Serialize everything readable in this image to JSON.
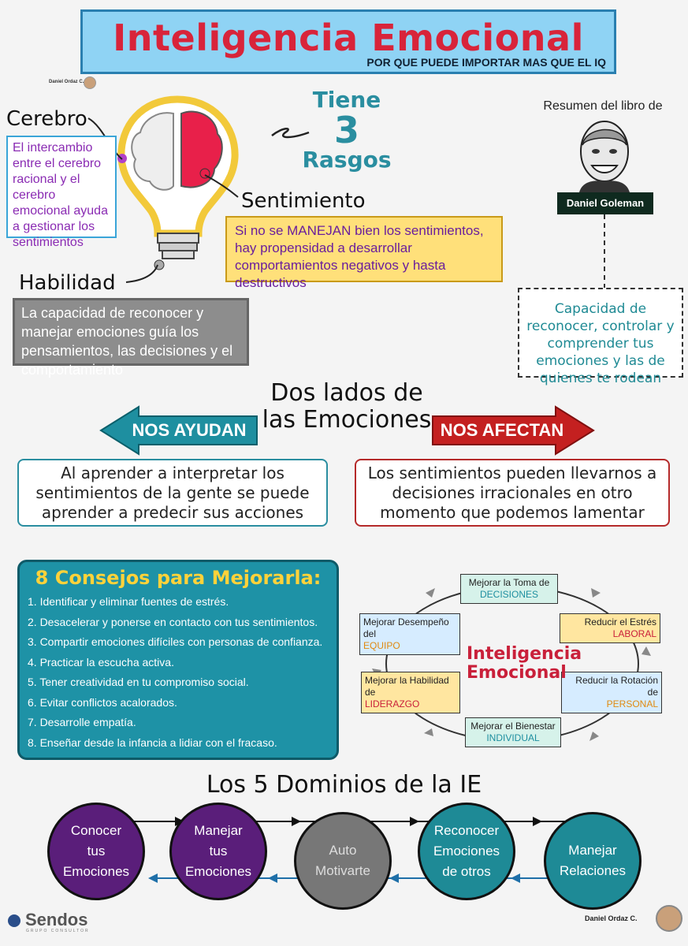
{
  "title": {
    "main": "Inteligencia Emocional",
    "sub": "POR QUE PUEDE IMPORTAR MAS QUE EL IQ"
  },
  "credit_top": "Daniel Ordaz C.",
  "rasgos": {
    "line1": "Tiene",
    "line2": "3",
    "line3": "Rasgos"
  },
  "cerebro": {
    "label": "Cerebro",
    "text": "El intercambio entre el cerebro racional y el cerebro emocional ayuda a gestionar los sentimientos"
  },
  "sentimiento": {
    "label": "Sentimiento",
    "text": "Si no se MANEJAN bien los sentimientos, hay propensidad a desarrollar comportamientos negativos y hasta destructivos"
  },
  "habilidad": {
    "label": "Habilidad",
    "text": "La capacidad de reconocer y manejar emociones guía los pensamientos, las decisiones y el comportamiento"
  },
  "goleman": {
    "resumen": "Resumen del libro de",
    "name": "Daniel Goleman",
    "definition": "Capacidad de reconocer, controlar y comprender tus emociones y las de quienes te rodean"
  },
  "dos_lados": {
    "title": "Dos lados de las Emociones",
    "ayudan_label": "NOS AYUDAN",
    "ayudan_text": "Al aprender a interpretar los sentimientos de la gente se puede aprender a predecir sus acciones",
    "afectan_label": "NOS AFECTAN",
    "afectan_text": "Los sentimientos pueden llevarnos a decisiones irracionales en otro momento que podemos lamentar"
  },
  "consejos": {
    "title": "8 Consejos para Mejorarla:",
    "items": [
      "1. Identificar y eliminar fuentes de estrés.",
      "2. Desacelerar y ponerse en contacto con tus sentimientos.",
      "3. Compartir emociones difíciles con personas de confianza.",
      "4. Practicar la escucha activa.",
      "5. Tener creatividad en tu compromiso social.",
      "6. Evitar conflictos acalorados.",
      "7. Desarrolle empatía.",
      "8. Enseñar desde la infancia a lidiar con el fracaso."
    ]
  },
  "cycle": {
    "center": "Inteligencia Emocional",
    "nodes": [
      {
        "text": "Mejorar la Toma de",
        "highlight": "DECISIONES"
      },
      {
        "text": "Reducir el Estrés",
        "highlight": "LABORAL"
      },
      {
        "text": "Reducir la Rotación de",
        "highlight": "PERSONAL"
      },
      {
        "text": "Mejorar el Bienestar",
        "highlight": "INDIVIDUAL"
      },
      {
        "text": "Mejorar la Habilidad de",
        "highlight": "LIDERAZGO"
      },
      {
        "text": "Mejorar Desempeño del",
        "highlight": "EQUIPO"
      }
    ]
  },
  "dominios": {
    "title": "Los 5 Dominios de la IE",
    "items": [
      {
        "label": "Conocer tus Emociones",
        "color": "#5a1e7a"
      },
      {
        "label": "Manejar tus Emociones",
        "color": "#5a1e7a"
      },
      {
        "label": "Auto Motivarte",
        "color": "#777777"
      },
      {
        "label": "Reconocer Emociones de otros",
        "color": "#1e8a96"
      },
      {
        "label": "Manejar Relaciones",
        "color": "#1e8a96"
      }
    ]
  },
  "footer": {
    "logo": "Sendos",
    "logo_sub": "GRUPO CONSULTOR",
    "credit": "Daniel Ordaz C."
  }
}
